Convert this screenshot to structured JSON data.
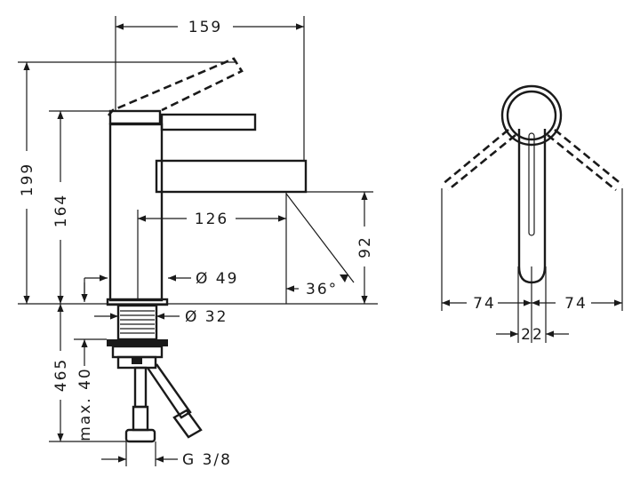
{
  "dimensions": {
    "width_total": "159",
    "height_total": "199",
    "height_spout_body": "164",
    "reach": "126",
    "spout_height": "92",
    "angle": "36°",
    "body_diameter": "Ø 49",
    "shank_diameter": "Ø 32",
    "hose_length": "465",
    "max_thickness": "max. 40",
    "connection": "G 3/8",
    "handle_swing_left": "74",
    "handle_swing_right": "74",
    "handle_width": "22"
  }
}
